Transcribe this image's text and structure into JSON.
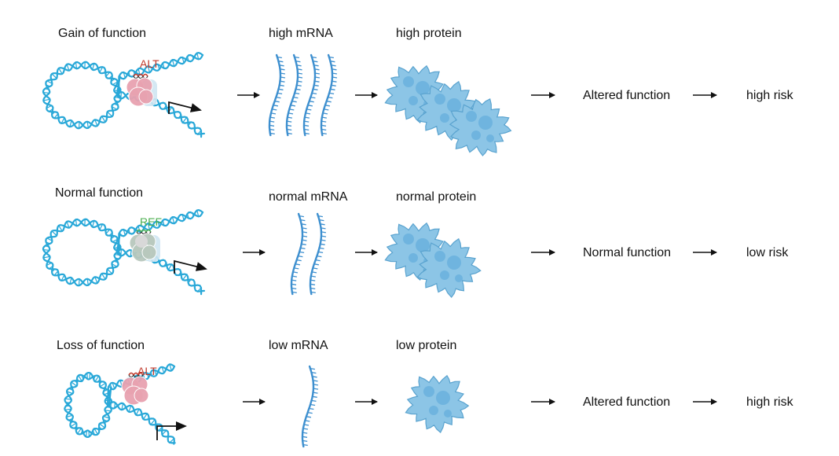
{
  "rows": [
    {
      "id": "gain",
      "title": "Gain of function",
      "allele": "ALT",
      "allele_color": "#c0392b",
      "complex_color": "#e8a2b0",
      "mrna_label": "high mRNA",
      "mrna_count": 4,
      "protein_label": "high protein",
      "protein_count": 3,
      "function_label": "Altered function",
      "risk_label": "high risk"
    },
    {
      "id": "normal",
      "title": "Normal function",
      "allele": "REF",
      "allele_color": "#4caf50",
      "complex_color": "#b8c8bd",
      "mrna_label": "normal mRNA",
      "mrna_count": 2,
      "protein_label": "normal protein",
      "protein_count": 2,
      "function_label": "Normal function",
      "risk_label": "low risk"
    },
    {
      "id": "loss",
      "title": "Loss of function",
      "allele": "ALT",
      "allele_color": "#c0392b",
      "complex_color": "#e8a2b0",
      "mrna_label": "low mRNA",
      "mrna_count": 1,
      "protein_label": "low protein",
      "protein_count": 1,
      "function_label": "Altered function",
      "risk_label": "high risk"
    }
  ],
  "colors": {
    "dna": "#29a8d8",
    "mrna": "#3d8fcf",
    "protein": "#8cc5e6",
    "text": "#111111"
  },
  "icons": [
    "dna-loop-icon",
    "transcription-factor-icon",
    "promoter-arrow-icon",
    "mrna-strand-icon",
    "protein-blob-icon",
    "arrow-right-icon"
  ]
}
